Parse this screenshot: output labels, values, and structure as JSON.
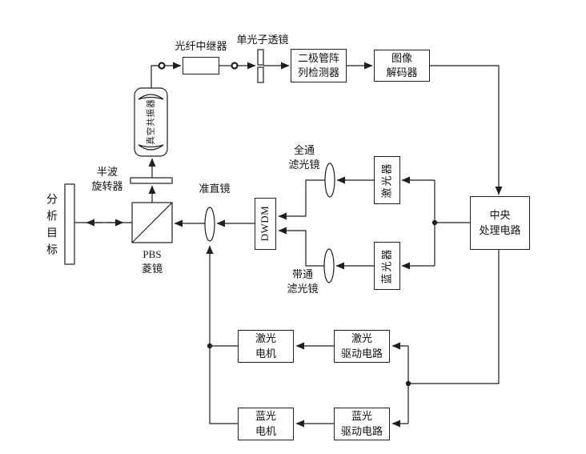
{
  "colors": {
    "line": "#1f1f1f",
    "background": "#ffffff",
    "text": "#111111"
  },
  "nodes": {
    "analysis_target": {
      "label": "分析目标"
    },
    "pbs": {
      "line1": "PBS",
      "line2": "菱镜"
    },
    "half_wave_rotator": {
      "line1": "半波",
      "line2": "旋转器"
    },
    "collimating_lens": {
      "label": "准直镜"
    },
    "vacuum_resonator": {
      "label": "真空共振器"
    },
    "fiber_repeater": {
      "label": "光纤中继器"
    },
    "single_photon_lens": {
      "label": "单光子透镜"
    },
    "diode_array_detector": {
      "line1": "二极管阵",
      "line2": "列检测器"
    },
    "image_decoder": {
      "line1": "图像",
      "line2": "解码器"
    },
    "dwdm": {
      "label": "DWDM"
    },
    "all_pass_filter": {
      "line1": "全通",
      "line2": "滤光镜"
    },
    "band_pass_filter": {
      "line1": "带通",
      "line2": "滤光镜"
    },
    "laser": {
      "label": "激光器"
    },
    "blue_light": {
      "label": "蓝光器"
    },
    "central_processing": {
      "line1": "中央",
      "line2": "处理电路"
    },
    "laser_motor": {
      "line1": "激光",
      "line2": "电机"
    },
    "laser_driver": {
      "line1": "激光",
      "line2": "驱动电路"
    },
    "blue_motor": {
      "line1": "蓝光",
      "line2": "电机"
    },
    "blue_driver": {
      "line1": "蓝光",
      "line2": "驱动电路"
    }
  },
  "connections": [
    "真空共振器 → 光纤中继器 → 单光子透镜 → 二极管阵列检测器 → 图像解码器 → 中央处理电路",
    "中央处理电路 → 激光器 → 全通滤光镜 → DWDM",
    "中央处理电路 → 蓝光器 → 带通滤光镜 → DWDM",
    "DWDM → 准直镜 → PBS菱镜",
    "PBS菱镜 ↔ 分析目标",
    "PBS菱镜 → 半波旋转器 → 真空共振器",
    "中央处理电路 → 激光驱动电路 → 激光电机 → 准直镜",
    "中央处理电路 → 蓝光驱动电路 → 蓝光电机 → 准直镜"
  ]
}
